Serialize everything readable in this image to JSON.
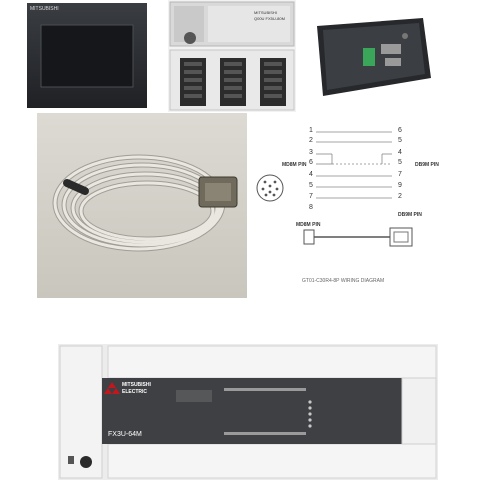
{
  "hmi": {
    "brand": "MITSUBISHI"
  },
  "module": {
    "brand": "MITSUBISHI",
    "model": "Q00U FX5U-80M"
  },
  "diagram": {
    "left_pins": [
      "1",
      "2",
      "3",
      "6",
      "4",
      "5",
      "7",
      "8"
    ],
    "right_pins": [
      "6",
      "5",
      "4",
      "5",
      "7",
      "9",
      "2"
    ],
    "md8m_label": "MD8M PIN",
    "db9m_label": "DB9M PIN",
    "md8m_label_2": "MD8M PIN",
    "db9m_label_2": "DB9M PIN",
    "caption": "GT01-C30R4-8P WIRING DIAGRAM"
  },
  "plc": {
    "brand_line1": "MITSUBISHI",
    "brand_line2": "ELECTRIC",
    "model": "FX3U-64M"
  }
}
